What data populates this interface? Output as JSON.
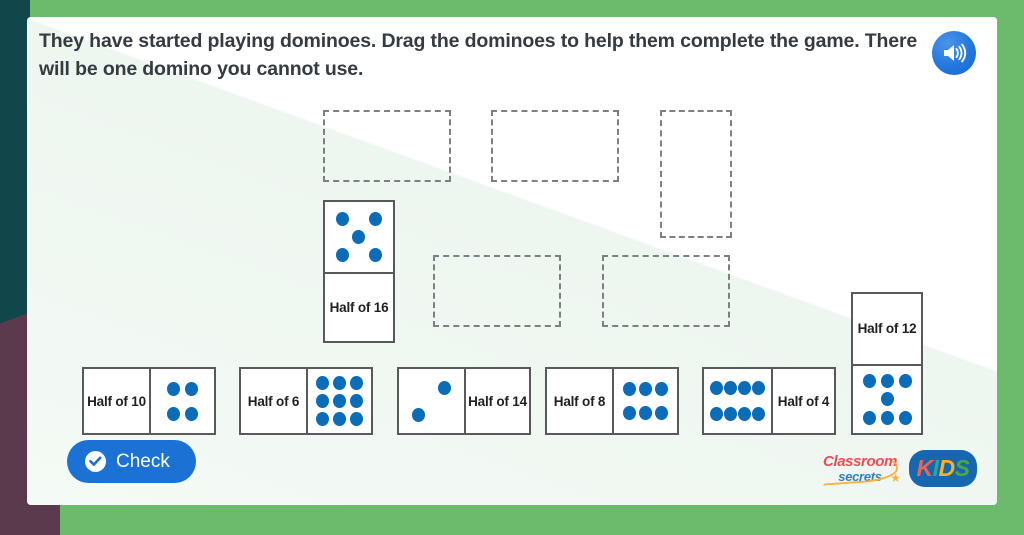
{
  "instruction": "They have started playing dominoes. Drag the dominoes to help them complete the game. There will be one domino you cannot use.",
  "audio_button": {
    "name": "audio-icon",
    "label": "Play audio"
  },
  "check_button": {
    "label": "Check",
    "icon": "check-circle-icon",
    "color": "#1c72d4"
  },
  "colors": {
    "pip_blue": "#0b6cb8",
    "border_green": "#6cbb6c",
    "border_teal": "#11474b",
    "border_plum": "#5c3a4e",
    "card_background": "#f5faf6",
    "domino_border": "#58595b",
    "dropzone_border": "#7c7f83",
    "text": "#353b40"
  },
  "branding": {
    "classroom_secrets": {
      "line1": "Classroom",
      "line2": "secrets",
      "star": "★"
    },
    "kids": {
      "k": "K",
      "i": "I",
      "d": "D",
      "colon": ":",
      "s": "S"
    }
  },
  "board": {
    "dropzones": [
      {
        "name": "dropzone-1",
        "orientation": "horizontal"
      },
      {
        "name": "dropzone-2",
        "orientation": "horizontal"
      },
      {
        "name": "dropzone-3",
        "orientation": "vertical"
      },
      {
        "name": "dropzone-4",
        "orientation": "horizontal"
      },
      {
        "name": "dropzone-5",
        "orientation": "horizontal"
      }
    ],
    "placed_dominoes": [
      {
        "name": "domino-half-of-16",
        "orientation": "vertical",
        "halves": [
          {
            "type": "pips",
            "count": 5
          },
          {
            "type": "label",
            "text": "Half of 16"
          }
        ]
      },
      {
        "name": "domino-half-of-12",
        "orientation": "vertical",
        "halves": [
          {
            "type": "label",
            "text": "Half of 12"
          },
          {
            "type": "pips",
            "count": 7
          }
        ]
      }
    ]
  },
  "tray": {
    "dominoes": [
      {
        "name": "domino-half-of-10",
        "orientation": "horizontal",
        "halves": [
          {
            "type": "label",
            "text": "Half of 10"
          },
          {
            "type": "pips",
            "count": 4
          }
        ]
      },
      {
        "name": "domino-half-of-6",
        "orientation": "horizontal",
        "halves": [
          {
            "type": "label",
            "text": "Half of 6"
          },
          {
            "type": "pips",
            "count": 9
          }
        ]
      },
      {
        "name": "domino-half-of-14",
        "orientation": "horizontal",
        "halves": [
          {
            "type": "pips",
            "count": 2
          },
          {
            "type": "label",
            "text": "Half of 14"
          }
        ]
      },
      {
        "name": "domino-half-of-8",
        "orientation": "horizontal",
        "halves": [
          {
            "type": "label",
            "text": "Half of 8"
          },
          {
            "type": "pips",
            "count": 6
          }
        ]
      },
      {
        "name": "domino-half-of-4",
        "orientation": "horizontal",
        "halves": [
          {
            "type": "pips",
            "count": 8
          },
          {
            "type": "label",
            "text": "Half of 4"
          }
        ]
      }
    ]
  }
}
